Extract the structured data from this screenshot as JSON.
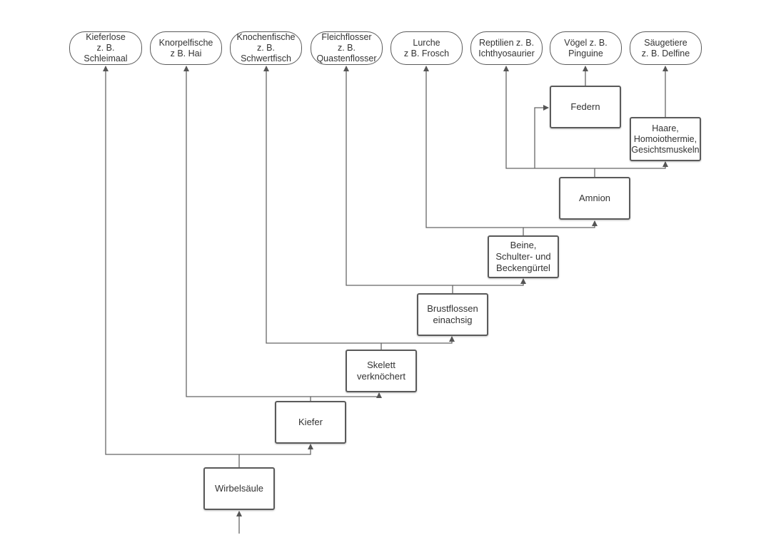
{
  "groups": [
    {
      "line1": "Kieferlose",
      "line2": "z. B.",
      "line3": "Schleimaal"
    },
    {
      "line1": "Knorpelfische",
      "line2": "z B. Hai",
      "line3": ""
    },
    {
      "line1": "Knochenfische",
      "line2": "z. B.",
      "line3": "Schwertfisch"
    },
    {
      "line1": "Fleichflosser",
      "line2": "z. B.",
      "line3": "Quastenflosser"
    },
    {
      "line1": "Lurche",
      "line2": "z B. Frosch",
      "line3": ""
    },
    {
      "line1": "Reptilien z. B.",
      "line2": "Ichthyosaurier",
      "line3": ""
    },
    {
      "line1": "Vögel z. B.",
      "line2": "Pinguine",
      "line3": ""
    },
    {
      "line1": "Säugetiere",
      "line2": "z. B. Delfine",
      "line3": ""
    }
  ],
  "traits": {
    "wirbelsaeule": {
      "line1": "Wirbelsäule",
      "line2": "",
      "line3": ""
    },
    "kiefer": {
      "line1": "Kiefer",
      "line2": "",
      "line3": ""
    },
    "skelett": {
      "line1": "Skelett",
      "line2": "verknöchert",
      "line3": ""
    },
    "brustflossen": {
      "line1": "Brustflossen",
      "line2": "einachsig",
      "line3": ""
    },
    "beine": {
      "line1": "Beine,",
      "line2": "Schulter- und",
      "line3": "Beckengürtel"
    },
    "amnion": {
      "line1": "Amnion",
      "line2": "",
      "line3": ""
    },
    "federn": {
      "line1": "Federn",
      "line2": "",
      "line3": ""
    },
    "haare": {
      "line1": "Haare,",
      "line2": "Homoiothermie,",
      "line3": "Gesichtsmuskeln"
    }
  },
  "colors": {
    "line": "#666666",
    "border": "#5a5a5a",
    "text": "#333333"
  }
}
